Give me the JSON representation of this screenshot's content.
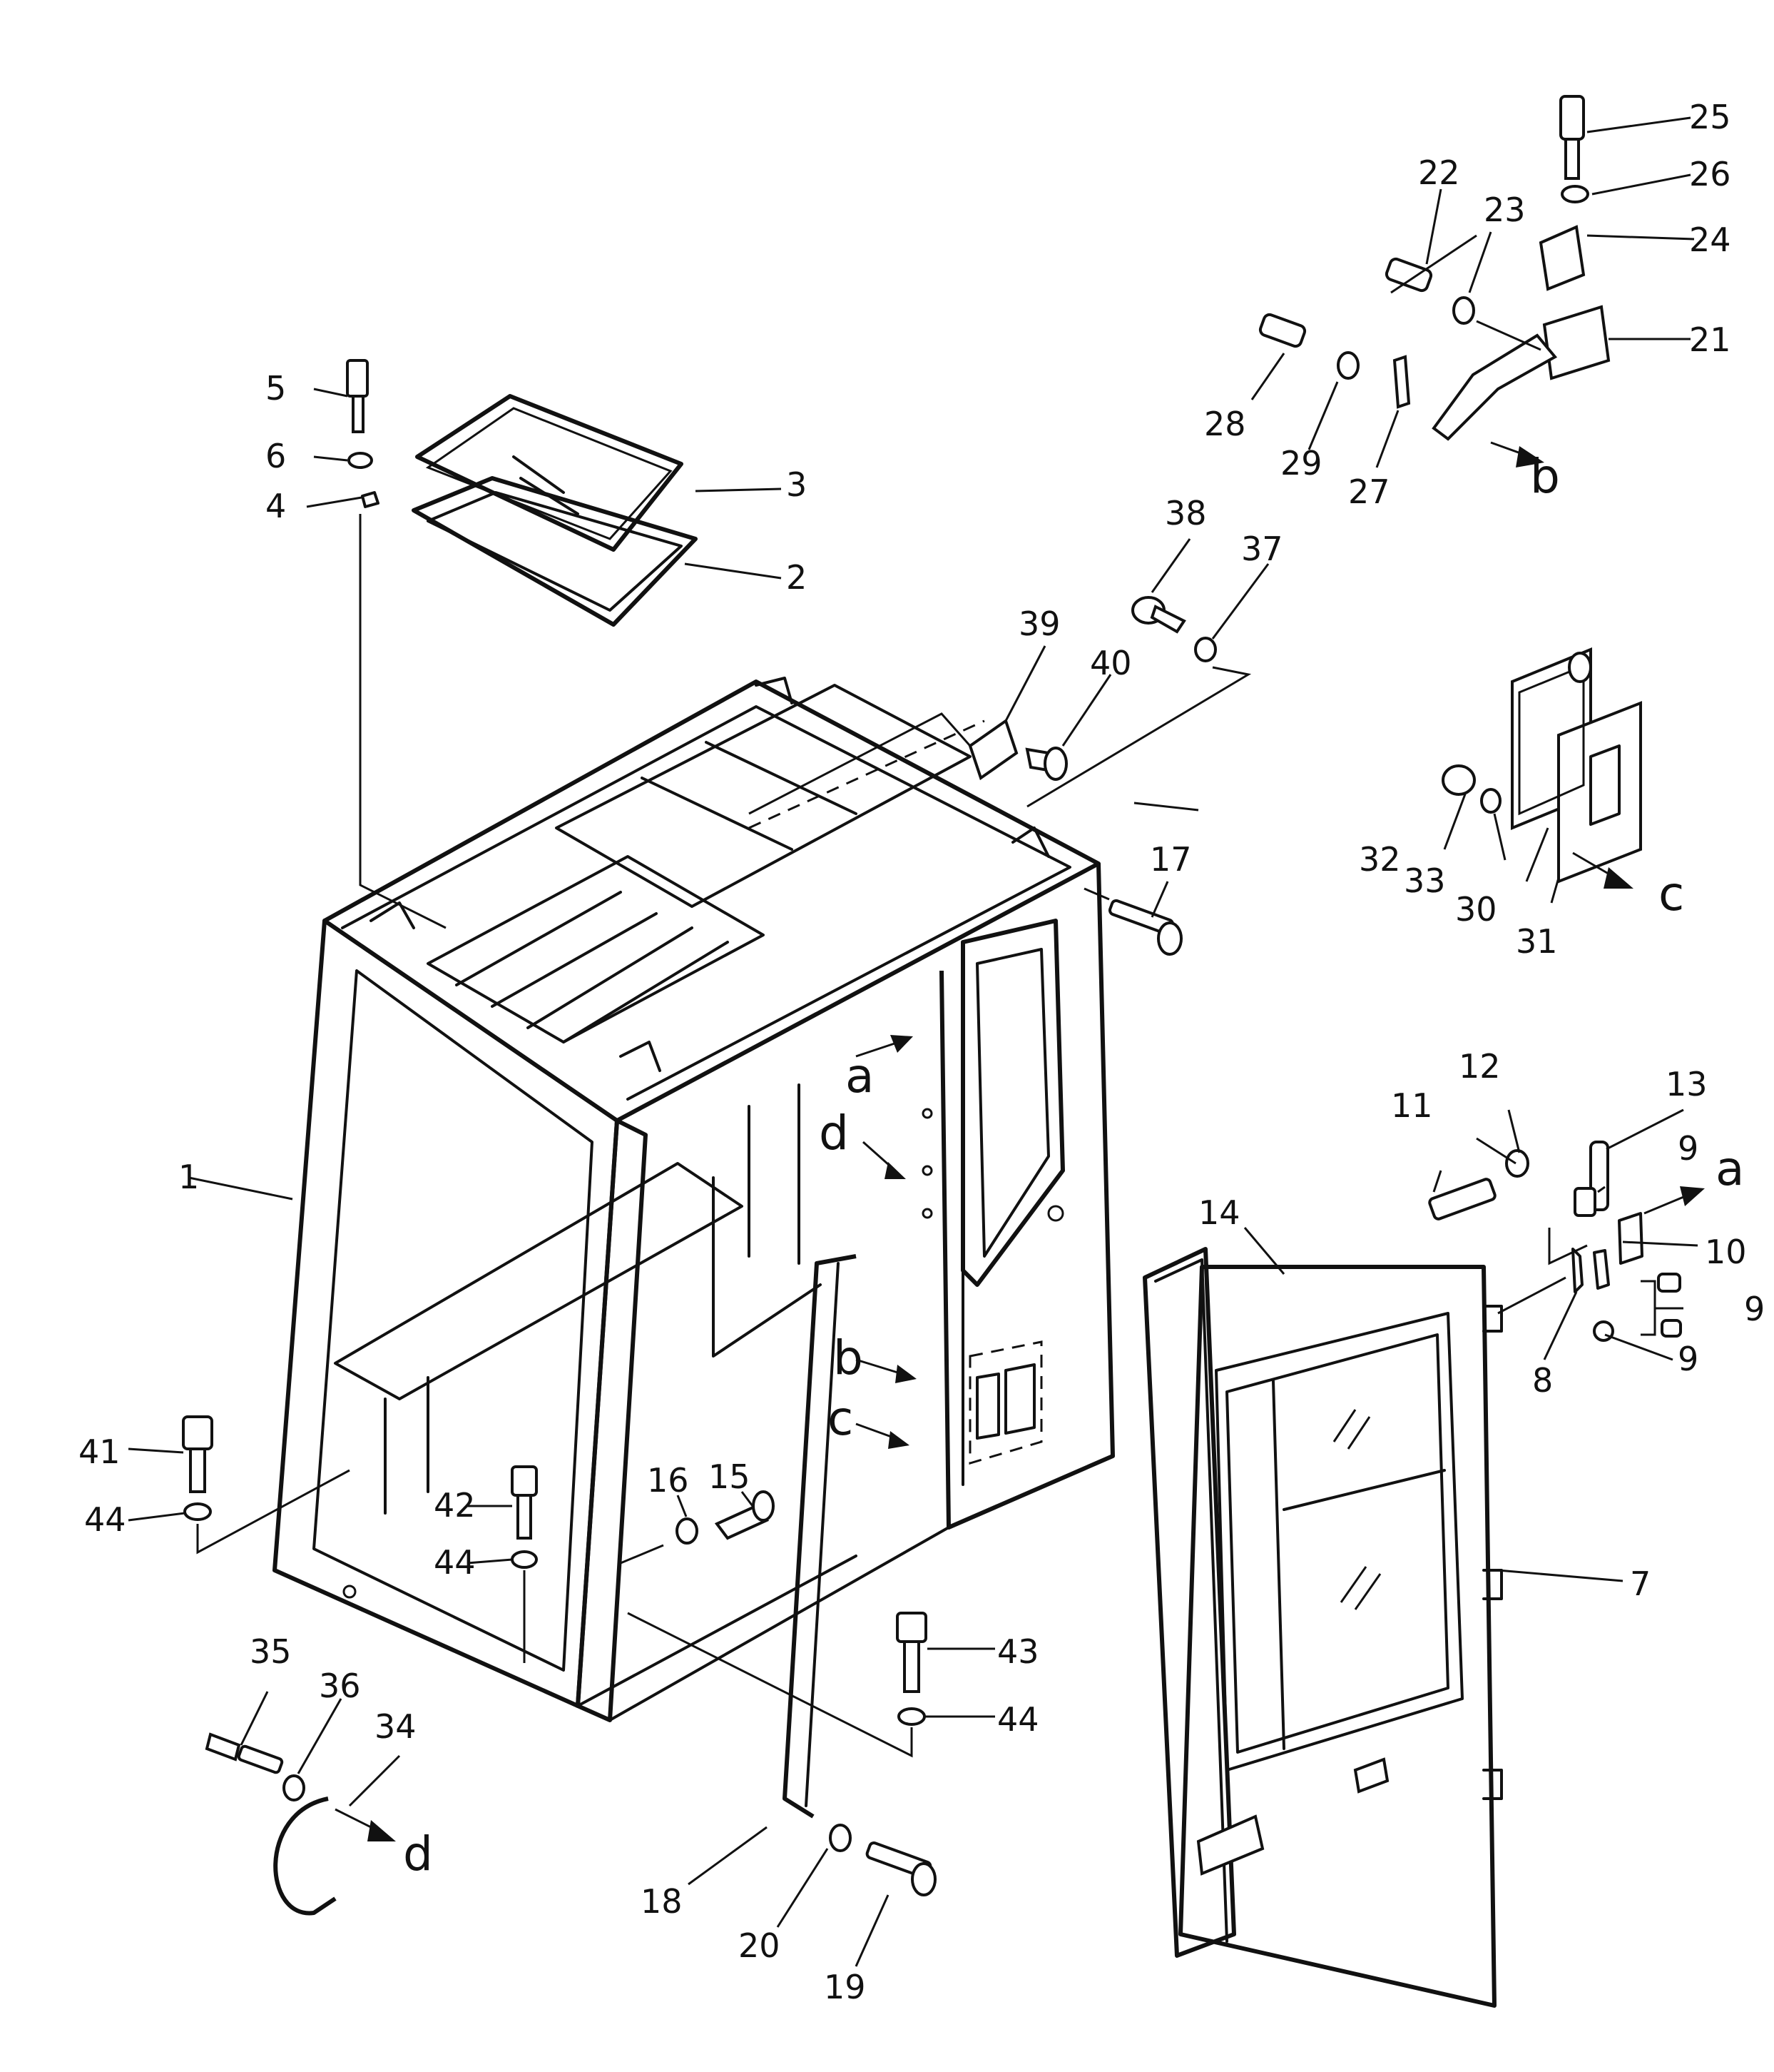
{
  "diagram": {
    "part_numbers": [
      "1",
      "2",
      "3",
      "4",
      "5",
      "6",
      "7",
      "8",
      "9",
      "10",
      "11",
      "12",
      "13",
      "14",
      "15",
      "16",
      "17",
      "18",
      "19",
      "20",
      "21",
      "22",
      "23",
      "24",
      "25",
      "26",
      "27",
      "28",
      "29",
      "30",
      "31",
      "32",
      "33",
      "34",
      "35",
      "36",
      "37",
      "38",
      "39",
      "40",
      "41",
      "42",
      "43",
      "44"
    ],
    "reference_letters": [
      "a",
      "b",
      "c",
      "d"
    ]
  }
}
